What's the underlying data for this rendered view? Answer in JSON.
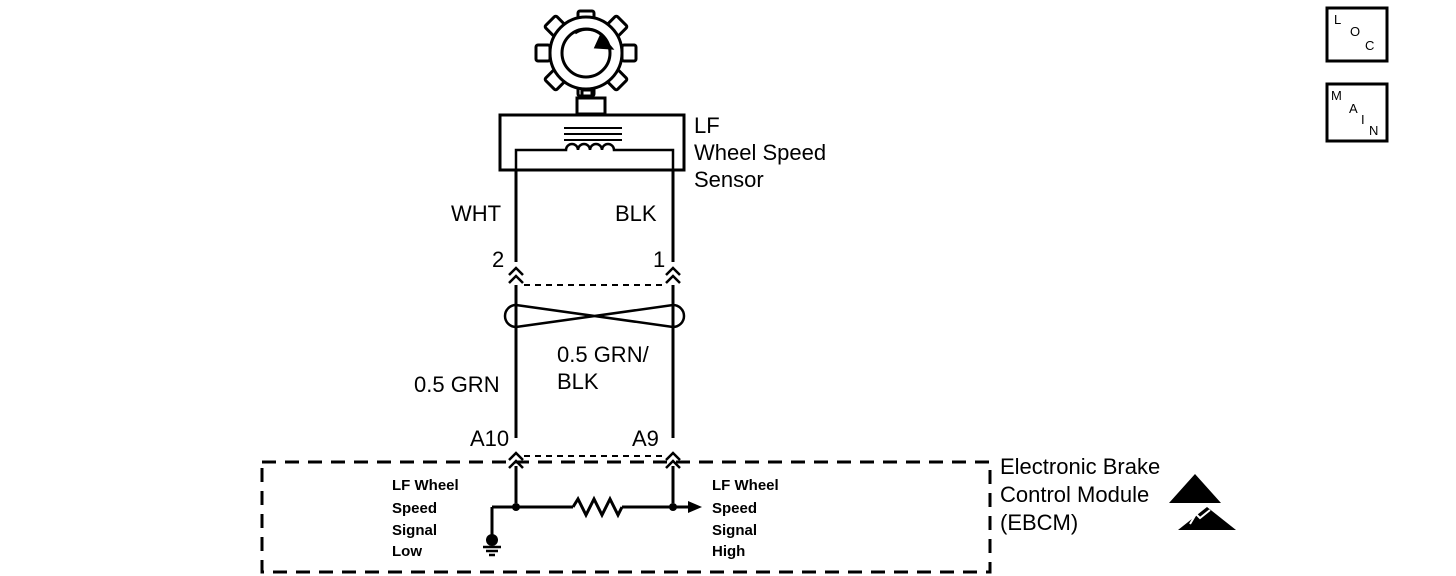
{
  "sensor": {
    "name_line1": "LF",
    "name_line2": "Wheel Speed",
    "name_line3": "Sensor"
  },
  "sensor_connector": {
    "left_wire_color": "WHT",
    "right_wire_color": "BLK",
    "left_pin": "2",
    "right_pin": "1"
  },
  "harness_wires": {
    "left_label": "0.5 GRN",
    "right_label_line1": "0.5 GRN/",
    "right_label_line2": "BLK"
  },
  "module_connector": {
    "left_pin": "A10",
    "right_pin": "A9"
  },
  "module": {
    "name_line1": "Electronic Brake",
    "name_line2": "Control Module",
    "name_line3": "(EBCM)",
    "left_signal": [
      "LF Wheel",
      "Speed",
      "Signal",
      "Low"
    ],
    "right_signal": [
      "LF Wheel",
      "Speed",
      "Signal",
      "High"
    ]
  },
  "nav": {
    "loc": [
      "L",
      "O",
      "C"
    ],
    "main": [
      "M",
      "A",
      "I",
      "N"
    ]
  }
}
